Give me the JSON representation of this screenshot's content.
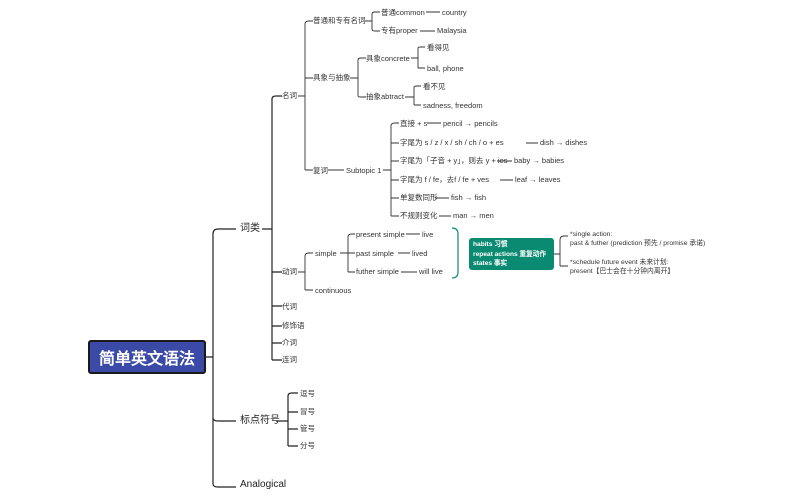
{
  "root": "简单英文语法",
  "level1": [
    "词类",
    "标点符号",
    "Analogical"
  ],
  "nouns": {
    "label": "名词",
    "common_proper": {
      "label": "普通和专有名词",
      "common": "普通common",
      "common_ex": "country",
      "proper": "专有proper",
      "proper_ex": "Malaysia"
    },
    "concrete_abstract": {
      "label": "具象与抽象",
      "concrete": "具象concrete",
      "concrete_a": "看得见",
      "concrete_b": "ball, phone",
      "abstract": "抽象abtract",
      "abstract_a": "看不见",
      "abstract_b": "sadness, freedom"
    },
    "plural": {
      "label": "复词",
      "subtopic": "Subtopic 1",
      "rules": [
        {
          "rule": "直接 + s",
          "ex": "pencil → pencils"
        },
        {
          "rule": "字尾为 s / z / x / sh / ch / o + es",
          "ex": "dish → dishes"
        },
        {
          "rule": "字尾为「子音 + y」，则去 y + ies",
          "ex": "baby → babies"
        },
        {
          "rule": "字尾为 f / fe，去f / fe + ves",
          "ex": "leaf → leaves"
        },
        {
          "rule": "单复数同形",
          "ex": "fish → fish"
        },
        {
          "rule": "不规则变化",
          "ex": "man → men"
        }
      ]
    }
  },
  "verbs": {
    "label": "动词",
    "simple": "simple",
    "tenses": [
      {
        "name": "present simple",
        "ex": "live"
      },
      {
        "name": "past simple",
        "ex": "lived"
      },
      {
        "name": "futher simple",
        "ex": "will live"
      }
    ],
    "continuous": "continuous",
    "summary": [
      "habits 习惯",
      "repeat actions 重复动作",
      "states 事实"
    ],
    "note1": [
      "*single action:",
      "past & futher (prediction 预先 / promise 承诺)"
    ],
    "note2": [
      "*schedule future event 未来计划:",
      "present【巴士会在十分钟内离开】"
    ]
  },
  "other_word_classes": [
    "代词",
    "修饰语",
    "介词",
    "连词"
  ],
  "punctuation": [
    "逗号",
    "冒号",
    "管号",
    "分号"
  ]
}
